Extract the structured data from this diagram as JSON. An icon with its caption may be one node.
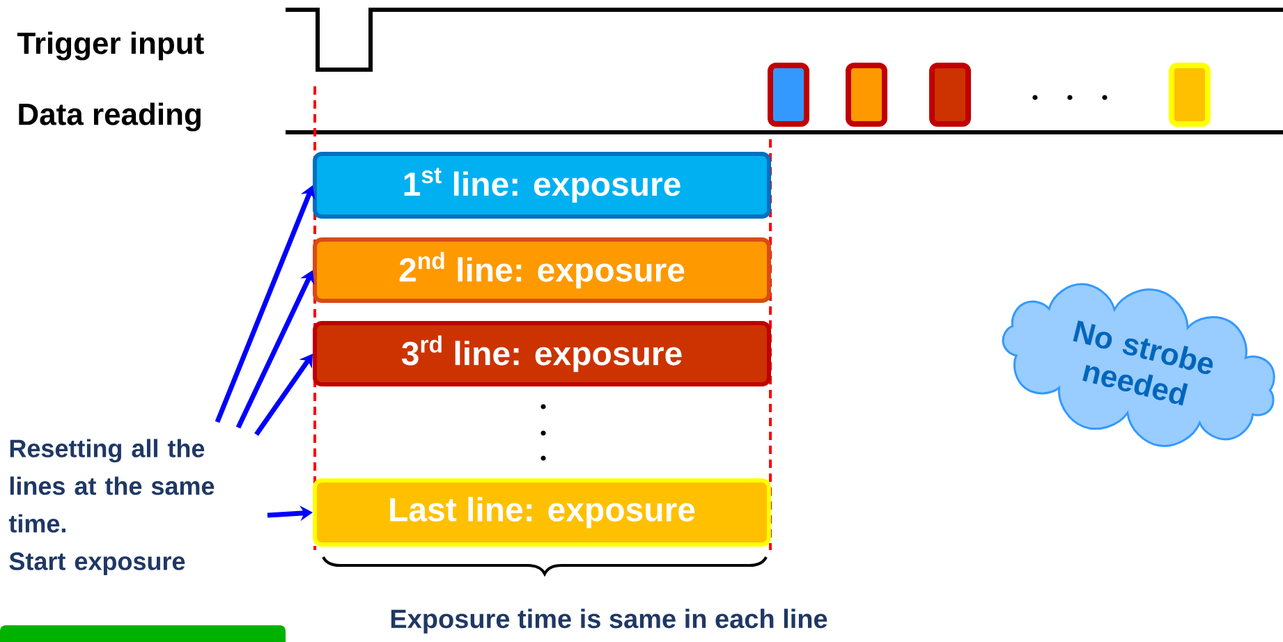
{
  "diagram": {
    "nodes": [
      {
        "text": [
          "Resetting all the lines at the same time.",
          "Start exposure"
        ]
      },
      {
        "text": [
          "1$^{st}$ line: exposure"
        ]
      },
      {
        "text": [
          "2$^{nd}$ line: exposure"
        ]
      },
      {
        "text": [
          "3$^{rd}$ line: exposure"
        ]
      },
      {
        "text": [
          "Last line: exposure"
        ]
      },
      {
        "text": [
          "No strobe needed"
        ]
      },
      {
        "text": [],
        "shape": "box"
      },
      {
        "text": [],
        "shape": "box"
      },
      {
        "text": [],
        "shape": "box"
      },
      {
        "text": [],
        "shape": "box"
      }
    ],
    "edges": [
      {
        "from": 0,
        "to": 1,
        "arrow": "to"
      },
      {
        "from": 0,
        "to": 2,
        "arrow": "to"
      },
      {
        "from": 0,
        "to": 3,
        "arrow": "to"
      },
      {
        "from": 0,
        "to": 4,
        "arrow": "to"
      }
    ],
    "labels": [
      "Trigger input",
      "Data reading",
      "Exposure time is same in each line"
    ]
  }
}
